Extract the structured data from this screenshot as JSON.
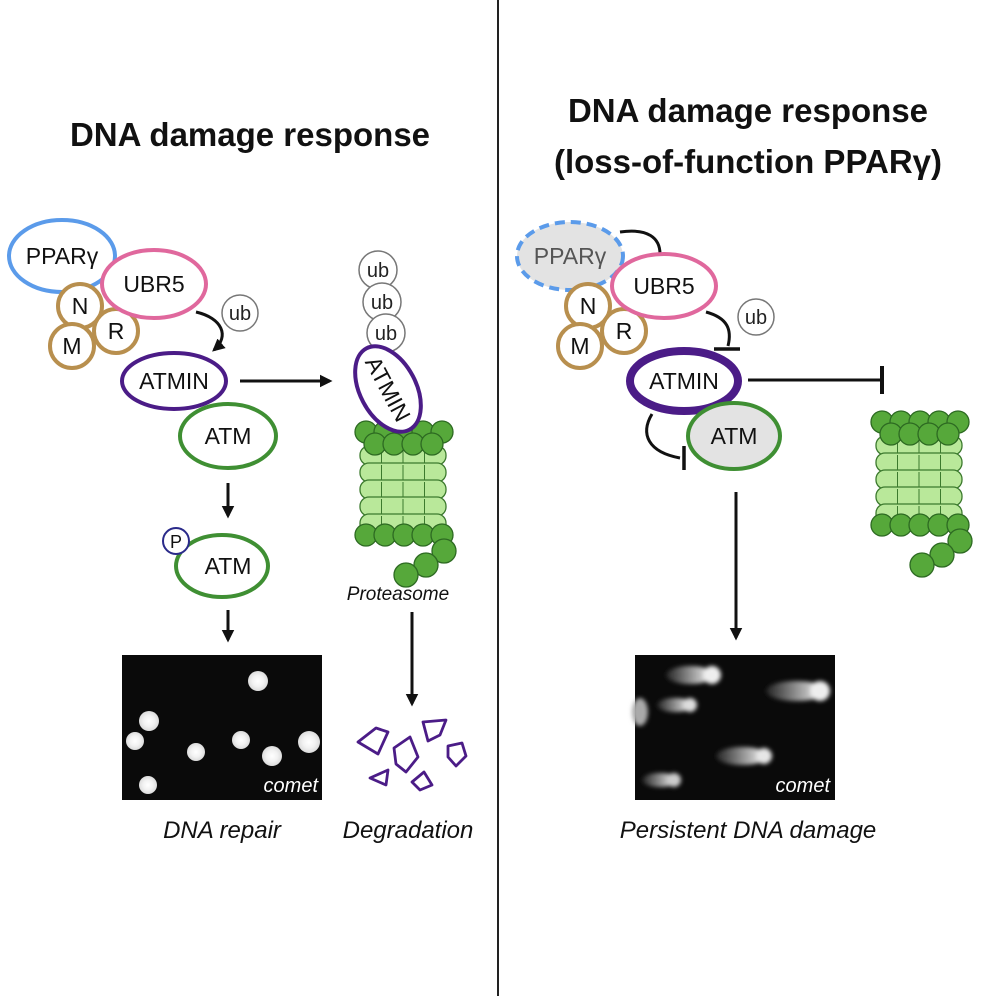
{
  "left": {
    "title": "DNA damage response",
    "labels": {
      "ppar": "PPARγ",
      "ubr5": "UBR5",
      "n": "N",
      "r": "R",
      "m": "M",
      "ub": "ub",
      "atmin": "ATMIN",
      "atm": "ATM",
      "p": "P",
      "atm_p": "ATM",
      "proteasome": "Proteasome",
      "comet": "comet"
    },
    "caption_repair": "DNA repair",
    "caption_degradation": "Degradation"
  },
  "right": {
    "title_line1": "DNA damage response",
    "title_line2": "(loss-of-function PPARγ)",
    "labels": {
      "ppar": "PPARγ",
      "ubr5": "UBR5",
      "n": "N",
      "r": "R",
      "m": "M",
      "ub": "ub",
      "atmin": "ATMIN",
      "atm": "ATM",
      "comet": "comet"
    },
    "caption": "Persistent DNA damage"
  },
  "colors": {
    "ppar": "#5b9bea",
    "ubr5": "#e0689d",
    "nrm": "#b88f4e",
    "atmin": "#4b1c87",
    "atm": "#3f8f33",
    "proteasome_dark": "#56a83a",
    "proteasome_light": "#b9e89a",
    "fragments": "#4b1c87"
  }
}
